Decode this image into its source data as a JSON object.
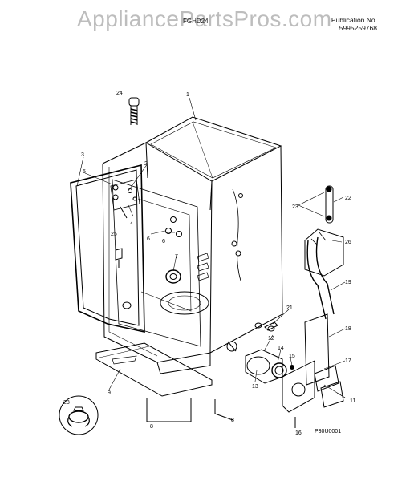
{
  "watermark": "AppliancePartsPros.com",
  "publication": {
    "label": "Publication No.",
    "number": "5995259768"
  },
  "model_label": "FGHD24",
  "diagram_code": "P30U0001",
  "part_labels": {
    "p1": "1",
    "p2": "2",
    "p3": "3",
    "p4": "4",
    "p5": "5",
    "p6": "6",
    "p6b": "6",
    "p7": "7",
    "p8": "8",
    "p8b": "8",
    "p9": "9",
    "p11": "11",
    "p12": "12",
    "p13": "13",
    "p14": "14",
    "p15": "15",
    "p16": "16",
    "p17": "17",
    "p18": "18",
    "p19": "19",
    "p21": "21",
    "p22": "22",
    "p23": "23",
    "p24": "24",
    "p25": "25",
    "p26": "26",
    "p28": "28"
  }
}
